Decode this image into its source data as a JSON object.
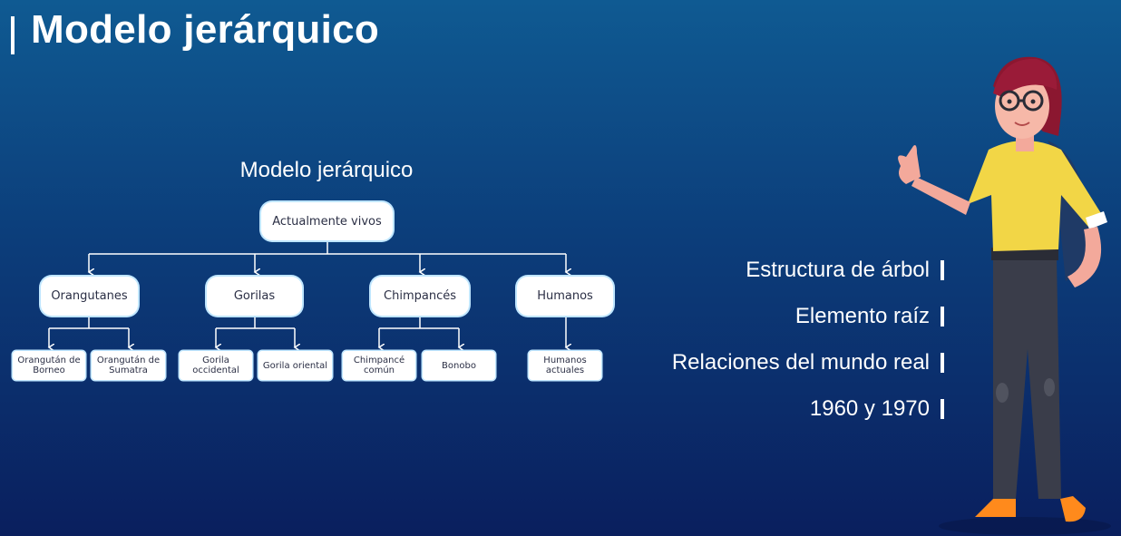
{
  "slide": {
    "title": "Modelo jerárquico"
  },
  "diagram": {
    "title": "Modelo jerárquico",
    "root": "Actualmente vivos",
    "groups": [
      {
        "label": "Orangutanes",
        "children": [
          "Orangután de Borneo",
          "Orangután de Sumatra"
        ]
      },
      {
        "label": "Gorilas",
        "children": [
          "Gorila occidental",
          "Gorila oriental"
        ]
      },
      {
        "label": "Chimpancés",
        "children": [
          "Chimpancé común",
          "Bonobo"
        ]
      },
      {
        "label": "Humanos",
        "children": [
          "Humanos actuales"
        ]
      }
    ]
  },
  "bullets": [
    "Estructura de árbol",
    "Elemento raíz",
    "Relaciones del mundo real",
    "1960 y 1970"
  ],
  "colors": {
    "background_top": "#0f5a92",
    "background_bottom": "#0a1f5e",
    "node_fill": "#ffffff",
    "node_border": "#bfe6ff"
  }
}
